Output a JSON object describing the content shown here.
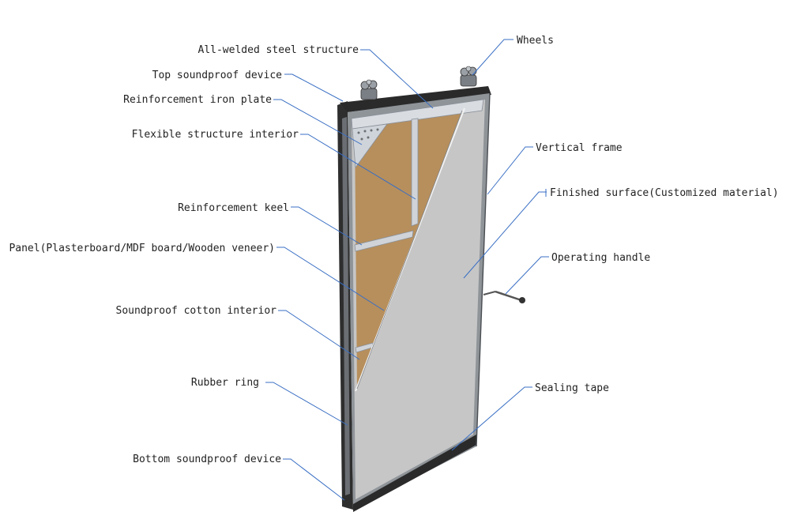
{
  "colors": {
    "leader": "#3a6fc4",
    "frame": "#2e2e2e",
    "board": "#b78f5c",
    "surface": "#c6c6c6",
    "steel": "#d9dde2"
  },
  "labels": {
    "all_welded_steel_structure": "All-welded steel structure",
    "wheels": "Wheels",
    "top_soundproof_device": "Top soundproof device",
    "reinforcement_iron_plate": "Reinforcement iron plate",
    "flexible_structure_interior": "Flexible structure interior",
    "vertical_frame": "Vertical frame",
    "finished_surface": "Finished surface(Customized material)",
    "reinforcement_keel": "Reinforcement keel",
    "panel": "Panel(Plasterboard/MDF board/Wooden veneer)",
    "operating_handle": "Operating handle",
    "soundproof_cotton_interior": "Soundproof cotton interior",
    "rubber_ring": "Rubber ring",
    "sealing_tape": "Sealing tape",
    "bottom_soundproof_device": "Bottom soundproof device"
  }
}
